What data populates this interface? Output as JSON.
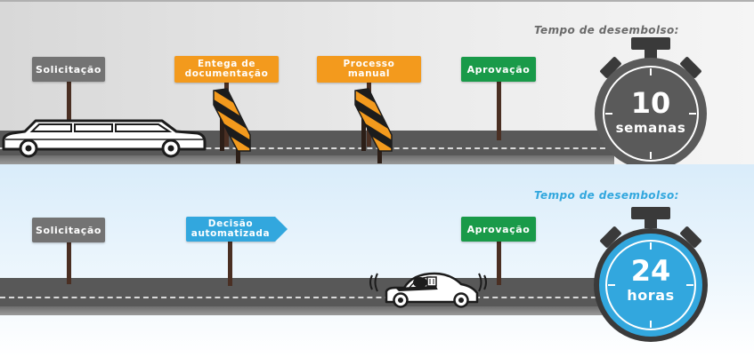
{
  "top_scenario": {
    "signs": {
      "request": "Solicitação",
      "documents": "Entega de documentação",
      "manual_process": "Processo manual",
      "approval": "Aprovação"
    },
    "timer": {
      "caption": "Tempo de desembolso:",
      "value": "10",
      "unit": "semanas",
      "color": "#5a5a5a"
    },
    "vehicle": "limousine-icon",
    "obstacle": "barricade-icon"
  },
  "bottom_scenario": {
    "signs": {
      "request": "Solicitação",
      "automated_decision": "Decisão automatizada",
      "approval": "Aprovação"
    },
    "timer": {
      "caption": "Tempo de desembolso:",
      "value": "24",
      "unit": "horas",
      "color": "#32a7de"
    },
    "vehicle": "race-car-icon"
  },
  "colors": {
    "gray_sign": "#737373",
    "orange_sign": "#f39a1d",
    "green_sign": "#199a49",
    "blue_sign": "#32a7de",
    "road": "#585858"
  }
}
